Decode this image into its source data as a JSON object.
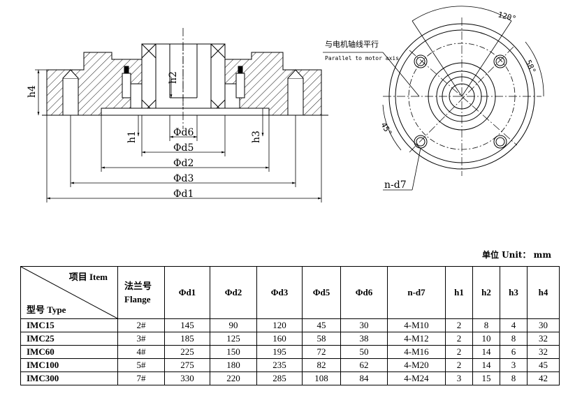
{
  "drawing": {
    "side_labels": {
      "h4": "h4",
      "h2": "h2",
      "h1": "h1",
      "h3": "h3",
      "d6": "Φd6",
      "d5": "Φd5",
      "d2": "Φd2",
      "d3": "Φd3",
      "d1": "Φd1"
    },
    "front_labels": {
      "parallel_cn": "与电机轴线平行",
      "parallel_en": "Parallel to motor axis",
      "angle_120": "120°",
      "angle_58": "58°",
      "angle_45": "45°",
      "nd7": "n-d7"
    }
  },
  "unit_label": "单位 Unit：  mm",
  "table": {
    "header_item": "项目 Item",
    "header_type": "型号 Type",
    "header_flange_cn": "法兰号",
    "header_flange_en": "Flange",
    "columns": [
      "Φd1",
      "Φd2",
      "Φd3",
      "Φd5",
      "Φd6",
      "n-d7",
      "h1",
      "h2",
      "h3",
      "h4"
    ],
    "rows": [
      {
        "type": "IMC15",
        "flange": "2#",
        "cells": [
          "145",
          "90",
          "120",
          "45",
          "30",
          "4-M10",
          "2",
          "8",
          "4",
          "30"
        ]
      },
      {
        "type": "IMC25",
        "flange": "3#",
        "cells": [
          "185",
          "125",
          "160",
          "58",
          "38",
          "4-M12",
          "2",
          "10",
          "8",
          "32"
        ]
      },
      {
        "type": "IMC60",
        "flange": "4#",
        "cells": [
          "225",
          "150",
          "195",
          "72",
          "50",
          "4-M16",
          "2",
          "14",
          "6",
          "32"
        ]
      },
      {
        "type": "IMC100",
        "flange": "5#",
        "cells": [
          "275",
          "180",
          "235",
          "82",
          "62",
          "4-M20",
          "2",
          "14",
          "3",
          "45"
        ]
      },
      {
        "type": "IMC300",
        "flange": "7#",
        "cells": [
          "330",
          "220",
          "285",
          "108",
          "84",
          "4-M24",
          "3",
          "15",
          "8",
          "42"
        ]
      }
    ]
  }
}
